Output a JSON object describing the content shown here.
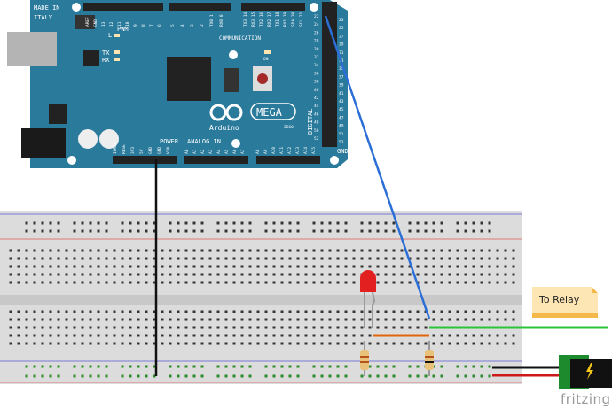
{
  "arduino": {
    "made_in": "MADE IN",
    "italy": "ITALY",
    "pwm": "PWM",
    "communication": "COMMUNICATION",
    "power": "POWER",
    "analog_in": "ANALOG IN",
    "digital": "DIGITAL",
    "gnd": "GND",
    "mega": "MEGA",
    "brand": "Arduino",
    "model": "2560",
    "led_l": "L",
    "led_tx": "TX",
    "led_rx": "RX",
    "led_on": "ON",
    "top_pins": [
      "AREF",
      "GND",
      "13",
      "12",
      "11",
      "10",
      "9",
      "8",
      "7",
      "6",
      "5",
      "4",
      "3",
      "2",
      "TX0 1",
      "RX0 0",
      "TX3 14",
      "RX3 15",
      "TX2 16",
      "RX2 17",
      "TX1 18",
      "RX1 19",
      "SDA 20",
      "SCL 21"
    ],
    "power_pins": [
      "IOREF",
      "RESET",
      "3V3",
      "5V",
      "GND",
      "GND",
      "VIN"
    ],
    "analog_pins": [
      "A0",
      "A1",
      "A2",
      "A3",
      "A4",
      "A5",
      "A6",
      "A7",
      "A8",
      "A9",
      "A10",
      "A11",
      "A12",
      "A13",
      "A14",
      "A15"
    ],
    "digital_left": [
      "22",
      "24",
      "26",
      "28",
      "30",
      "32",
      "34",
      "36",
      "38",
      "40",
      "42",
      "44",
      "46",
      "48",
      "50",
      "52"
    ],
    "digital_right": [
      "23",
      "25",
      "27",
      "29",
      "31",
      "33",
      "35",
      "37",
      "39",
      "41",
      "43",
      "45",
      "47",
      "49",
      "51",
      "53"
    ],
    "board_color": "#2a7a9c"
  },
  "wires": {
    "gnd": "#111111",
    "pin": "#2b6fd6",
    "relay": "#2ec43a",
    "bridge": "#e0670c",
    "power_neg": "#111111",
    "power_pos": "#cc1a1a"
  },
  "note": {
    "text": "To Relay"
  },
  "logo": {
    "text": "fritzing"
  }
}
